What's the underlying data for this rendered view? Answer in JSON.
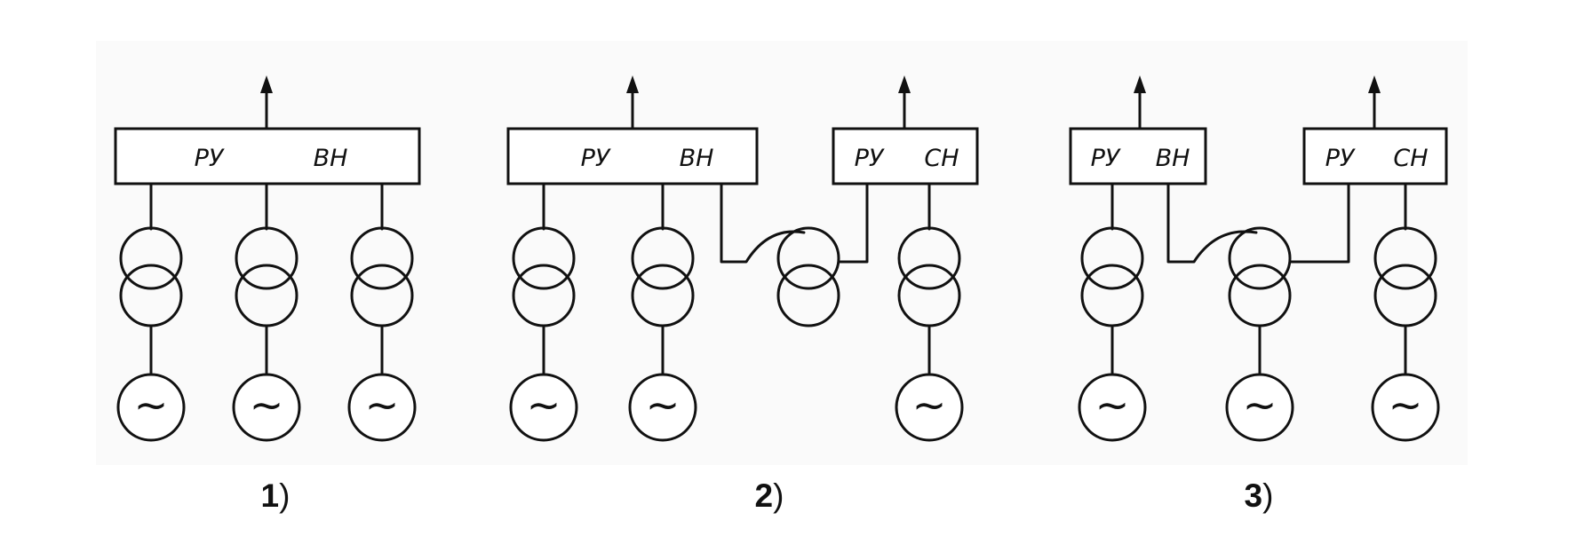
{
  "diagram": {
    "variant_1": {
      "caption_num": "1",
      "caption_paren": ")",
      "bus": {
        "left": "РУ",
        "right": "ВН"
      },
      "generator_symbol": "~"
    },
    "variant_2": {
      "caption_num": "2",
      "caption_paren": ")",
      "bus_hv": {
        "left": "РУ",
        "right": "ВН"
      },
      "bus_mv": {
        "left": "РУ",
        "right": "СН"
      },
      "generator_symbol": "~"
    },
    "variant_3": {
      "caption_num": "3",
      "caption_paren": ")",
      "bus_hv": {
        "left": "РУ",
        "right": "ВН"
      },
      "bus_mv": {
        "left": "РУ",
        "right": "СН"
      },
      "generator_symbol": "~"
    }
  }
}
